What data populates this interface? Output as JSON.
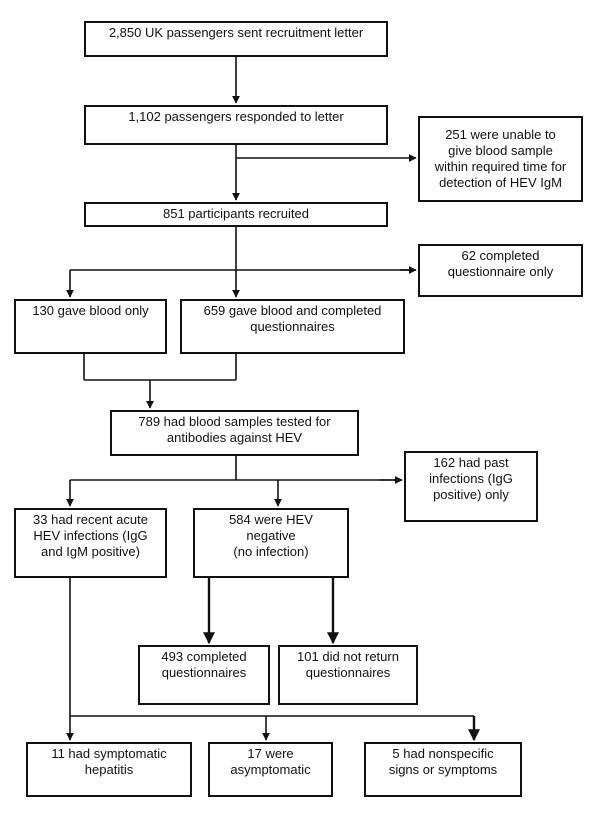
{
  "diagram": {
    "nodes": {
      "sent_letter": "2,850 UK passengers sent recruitment letter",
      "responded": "1,102 passengers responded to letter",
      "unable_blood": "251 were unable to\ngive blood sample\nwithin required time for\ndetection of HEV IgM",
      "recruited": "851 participants recruited",
      "questionnaire_only": "62 completed\nquestionnaire only",
      "blood_only": "130 gave blood only",
      "blood_and_questionnaires": "659 gave blood and completed\nquestionnaires",
      "tested": "789 had blood samples tested for\nantibodies against HEV",
      "past_infections": "162 had past\ninfections (IgG\npositive) only",
      "recent_acute": "33 had recent acute\nHEV infections (IgG\nand IgM positive)",
      "hev_negative": "584 were HEV\nnegative\n(no infection)",
      "completed_questionnaires": "493 completed\nquestionnaires",
      "did_not_return": "101 did not return\nquestionnaires",
      "symptomatic": "11 had symptomatic\nhepatitis",
      "asymptomatic": "17 were\nasymptomatic",
      "nonspecific": "5 had nonspecific\nsigns or symptoms"
    }
  }
}
